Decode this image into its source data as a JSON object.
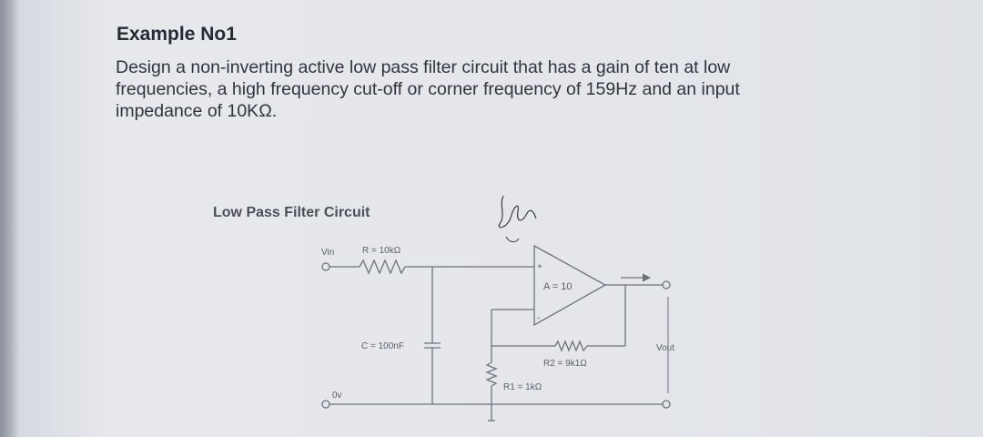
{
  "example": {
    "heading": "Example No1",
    "question_lines": [
      "Design a non-inverting active low pass filter circuit that has a gain of ten at low",
      "frequencies, a high frequency cut-off or corner frequency of 159Hz and an input",
      "impedance of 10KΩ."
    ]
  },
  "circuit": {
    "title": "Low Pass Filter Circuit",
    "labels": {
      "vin": "Vin",
      "resistor": "R = 10kΩ",
      "capacitor": "C = 100nF",
      "ground": "0v",
      "gain": "A = 10",
      "plus": "+",
      "minus": "-",
      "r2": "R2 = 9k1Ω",
      "r1": "R1 = 1kΩ",
      "vout": "Vout"
    }
  },
  "colors": {
    "ink": "#262a33",
    "wire": "#6d727b"
  }
}
